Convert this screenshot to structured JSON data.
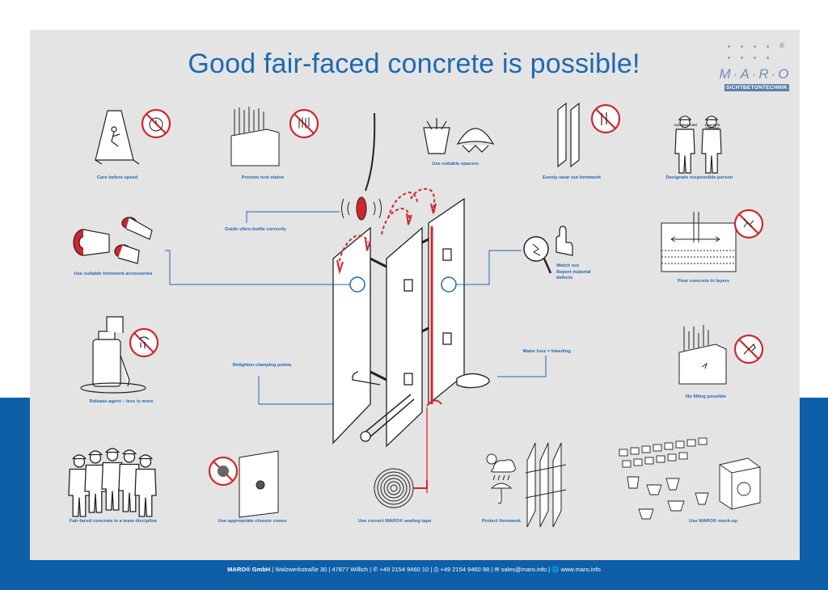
{
  "title": "Good fair-faced concrete is possible!",
  "logo": {
    "name": "M·A·R·O",
    "subtitle": "SICHTBETONTECHNIK",
    "reg": "®"
  },
  "captions": {
    "care": "Care before speed",
    "rust": "Prevent rust stains",
    "spacers": "Use suitable spacers",
    "formwork_wear": "Evenly wear out formwork",
    "responsible": "Designate responsible person",
    "vibro": "Guide vibro-bottle correctly",
    "accessories": "Use suitable formwork accessories",
    "watch_1": "Watch out",
    "watch_2": "Report material",
    "watch_3": "defects",
    "pour": "Pour concrete in layers",
    "release": "Release agent – less is more",
    "retighten": "Retighten clamping points",
    "bleeding": "Water loss = bleeding",
    "no_filling": "No filling possible",
    "team": "Fair-faced concrete is a team discipline",
    "cones": "Use appropriate closure cones",
    "tape": "Use correct MARO® sealing tape",
    "protect": "Protect formwork",
    "mockup": "Use MARO® mock-up"
  },
  "worker_labels": {
    "left": "CLEARING POINT",
    "right": "CONCRETE FOREMAN"
  },
  "footer": {
    "company": "MARO® GmbH",
    "address": "Walzwerkstraße 30",
    "city": "47877 Willich",
    "phone": "+49 2154 9460 10",
    "fax": "+49 2154 9460 98",
    "email": "sales@maro.info",
    "web": "www.maro.info"
  },
  "colors": {
    "blue": "#1c69b3",
    "red": "#d0262b",
    "band": "#0d5fa8",
    "panel": "#e4e4e4"
  }
}
